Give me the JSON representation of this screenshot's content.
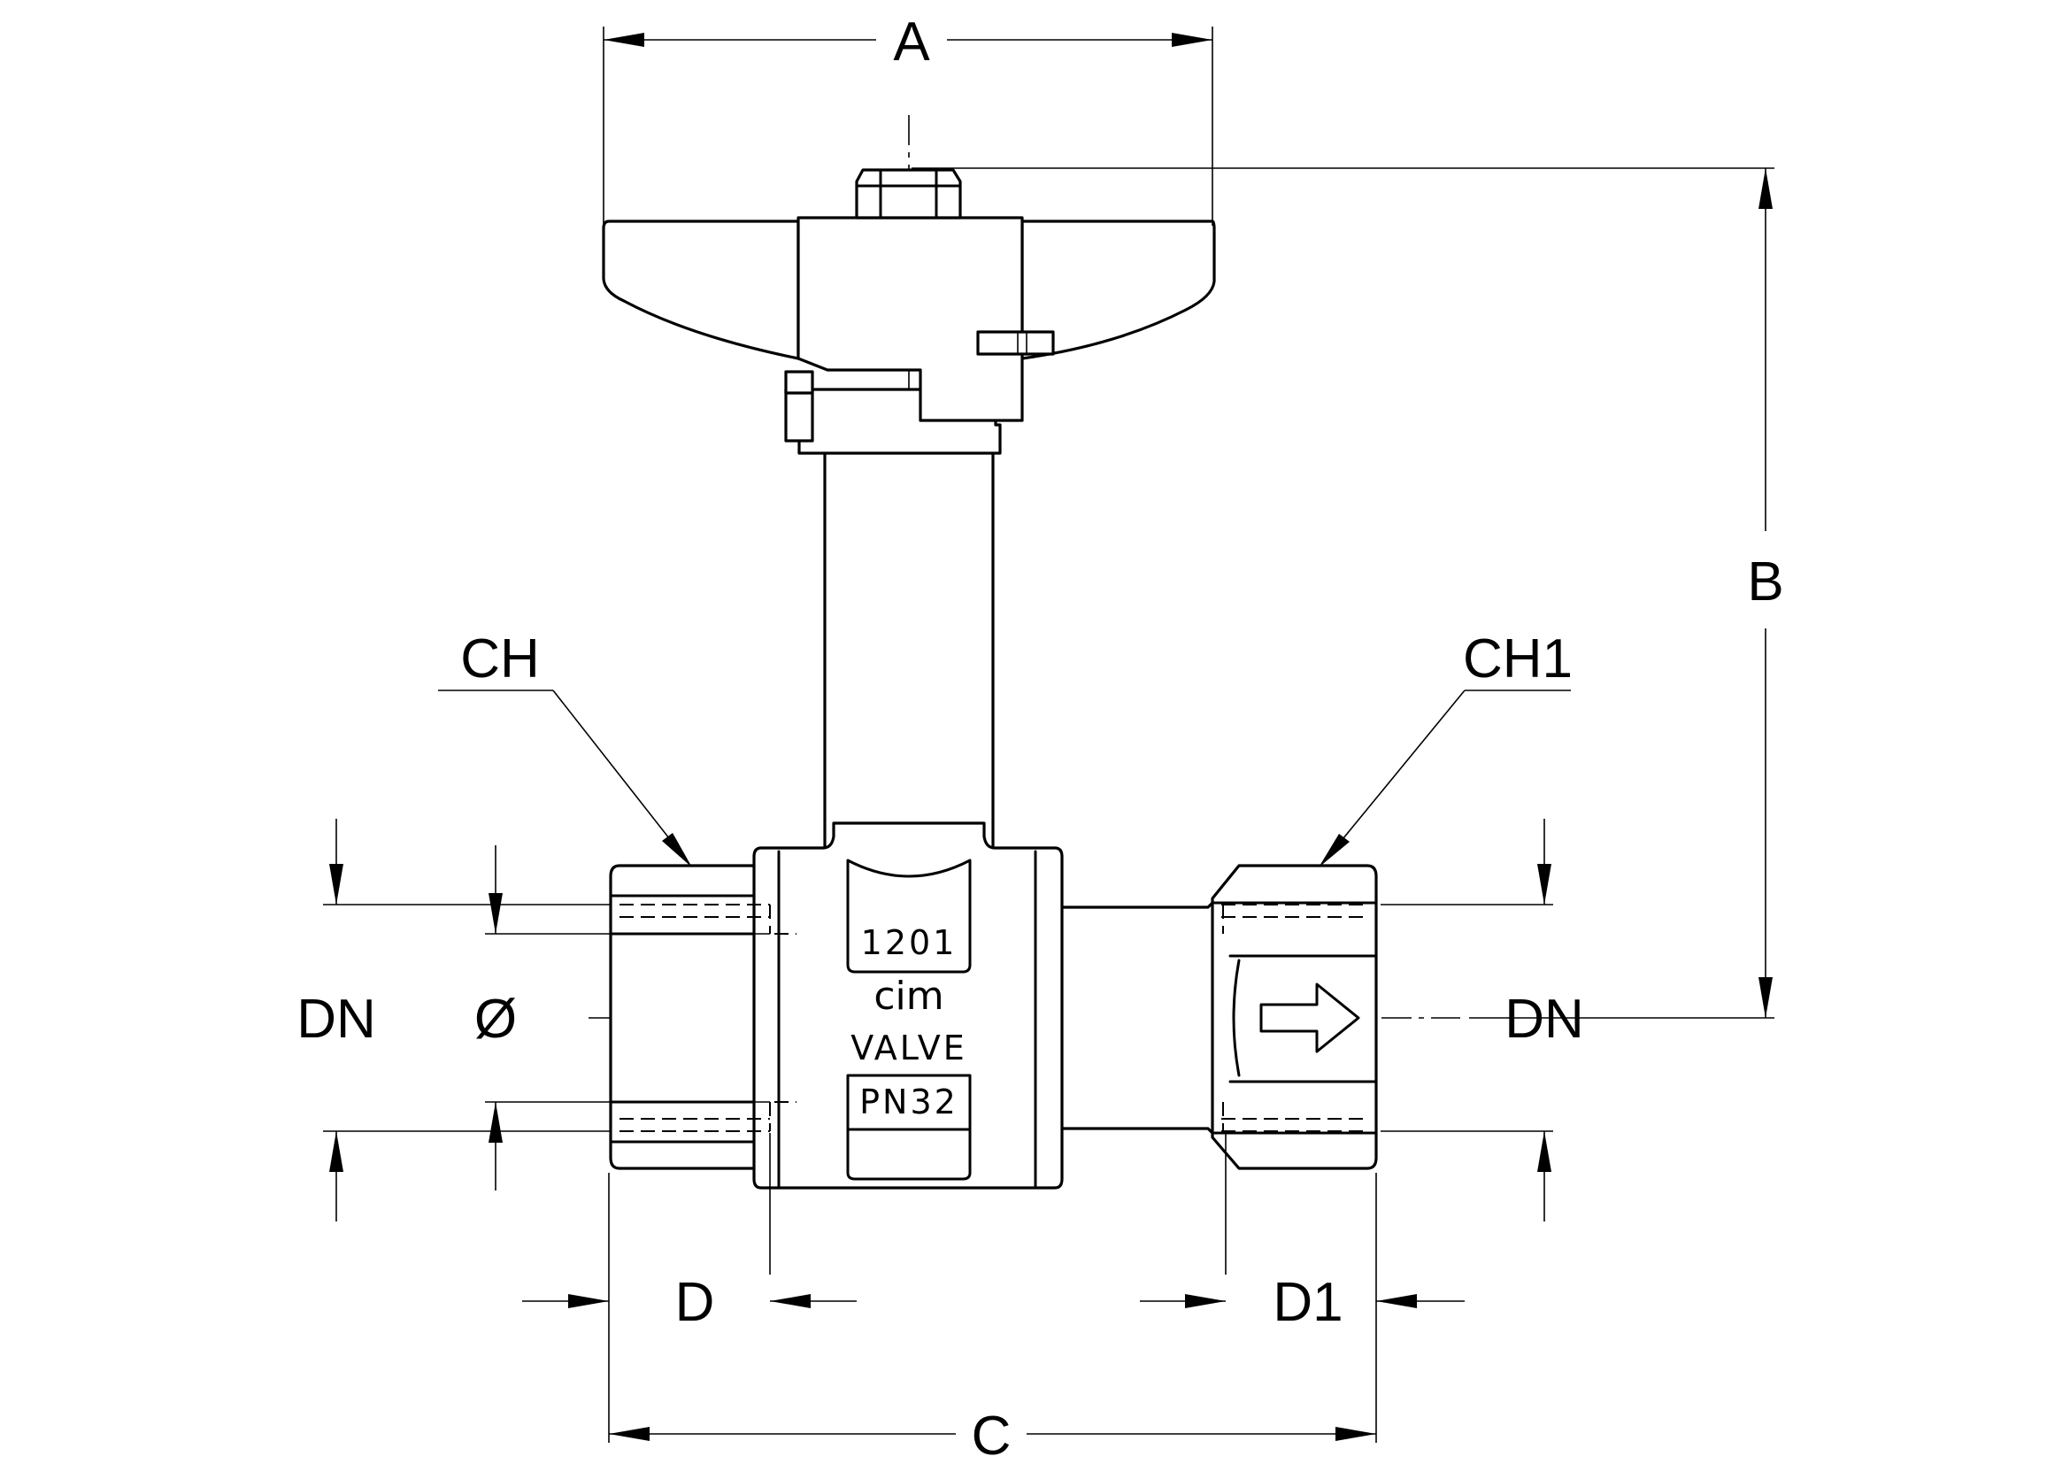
{
  "dimensions": {
    "width_label": "A",
    "height_label": "B",
    "length_label": "C",
    "hex_left_label": "CH",
    "hex_right_label": "CH1",
    "nominal_left_label": "DN",
    "nominal_right_label": "DN",
    "bore_label": "Ø",
    "thread_left_label": "D",
    "thread_right_label": "D1"
  },
  "body_markings": {
    "model_number": "1201",
    "brand_logo": "cim",
    "brand_word": "VALVE",
    "pressure_rating": "PN32"
  },
  "flow_direction_icon": "right-arrow-icon"
}
